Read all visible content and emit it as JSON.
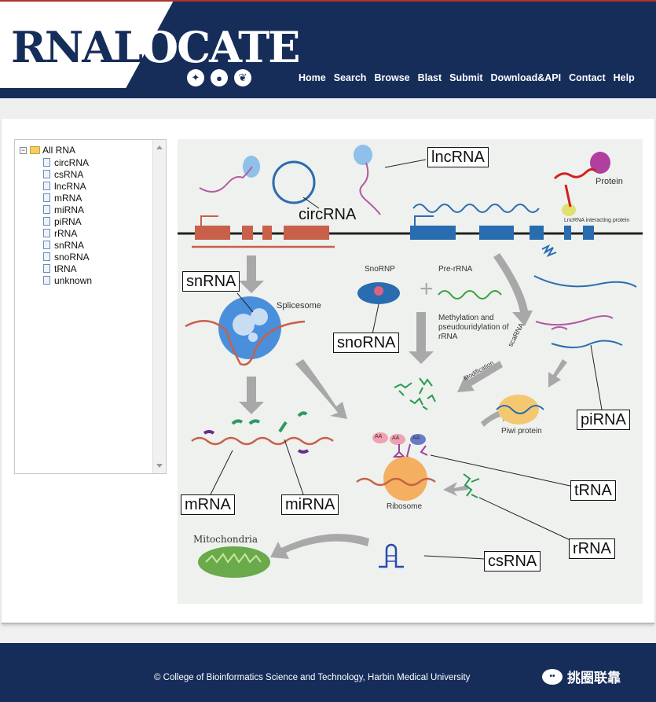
{
  "site": {
    "logo_dark": "RNAL",
    "logo_light": "OCATE",
    "logo_icons": [
      "human-icon",
      "mouse-icon",
      "plant-icon"
    ]
  },
  "nav": [
    "Home",
    "Search",
    "Browse",
    "Blast",
    "Submit",
    "Download&API",
    "Contact",
    "Help"
  ],
  "tree": {
    "root": "All RNA",
    "items": [
      "circRNA",
      "csRNA",
      "lncRNA",
      "mRNA",
      "miRNA",
      "piRNA",
      "rRNA",
      "snRNA",
      "snoRNA",
      "tRNA",
      "unknown"
    ]
  },
  "figure": {
    "labels": {
      "lncRNA": "lncRNA",
      "circRNA": "circRNA",
      "snRNA": "snRNA",
      "snoRNA": "snoRNA",
      "mRNA": "mRNA",
      "miRNA": "miRNA",
      "piRNA": "piRNA",
      "tRNA": "tRNA",
      "rRNA": "rRNA",
      "csRNA": "csRNA"
    },
    "annotations": {
      "protein": "Protein",
      "lnc_protein": "LncRNA interacting protein",
      "snornp": "SnoRNP",
      "pre_rrna": "Pre-rRNA",
      "spliceosome": "Splicesome",
      "methylation": "Methylation and pseudouridylation of rRNA",
      "scarna": "scaRNA",
      "modification": "Modification",
      "piwi": "Piwi protein",
      "ribosome": "Ribosome",
      "mitochondria": "Mitochondria",
      "aa": "AA"
    },
    "colors": {
      "background": "#eef1ee",
      "exon_red": "#c8604a",
      "exon_blue": "#2a6cb0",
      "arrow_gray": "#a8a8a8"
    }
  },
  "footer": {
    "copyright": "© College of Bioinformatics Science and Technology, Harbin Medical University",
    "wechat": "挑圈联靠"
  },
  "colors": {
    "header": "#162d5a",
    "accent": "#b03030"
  }
}
